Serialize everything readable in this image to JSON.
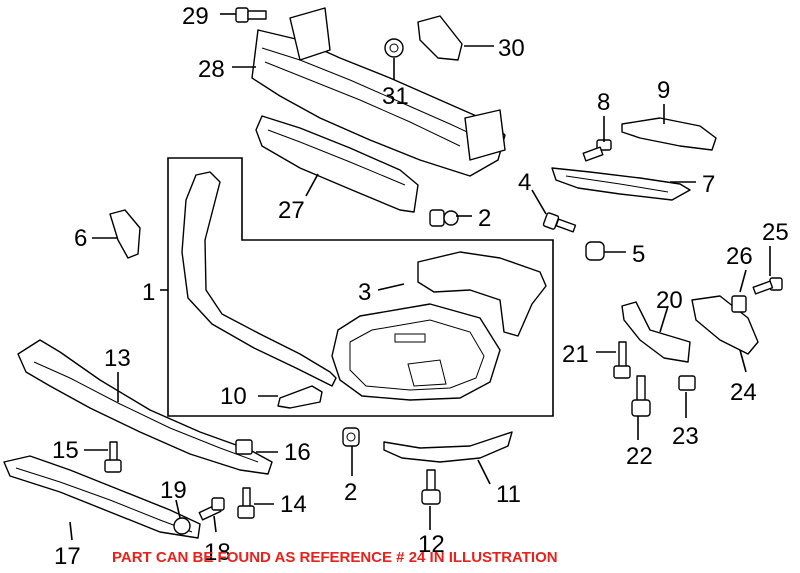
{
  "callouts": {
    "c1": "1",
    "c2a": "2",
    "c2b": "2",
    "c3": "3",
    "c4": "4",
    "c5": "5",
    "c6": "6",
    "c7": "7",
    "c8": "8",
    "c9": "9",
    "c10": "10",
    "c11": "11",
    "c12": "12",
    "c13": "13",
    "c14": "14",
    "c15": "15",
    "c16": "16",
    "c17": "17",
    "c18": "18",
    "c19": "19",
    "c20": "20",
    "c21": "21",
    "c22": "22",
    "c23": "23",
    "c24": "24",
    "c25": "25",
    "c26": "26",
    "c27": "27",
    "c28": "28",
    "c29": "29",
    "c30": "30",
    "c31": "31"
  },
  "note": "PART CAN BE FOUND AS REFERENCE # 24 IN ILLUSTRATION",
  "colors": {
    "note": "#e8211b",
    "line": "#000000",
    "background": "#ffffff"
  }
}
